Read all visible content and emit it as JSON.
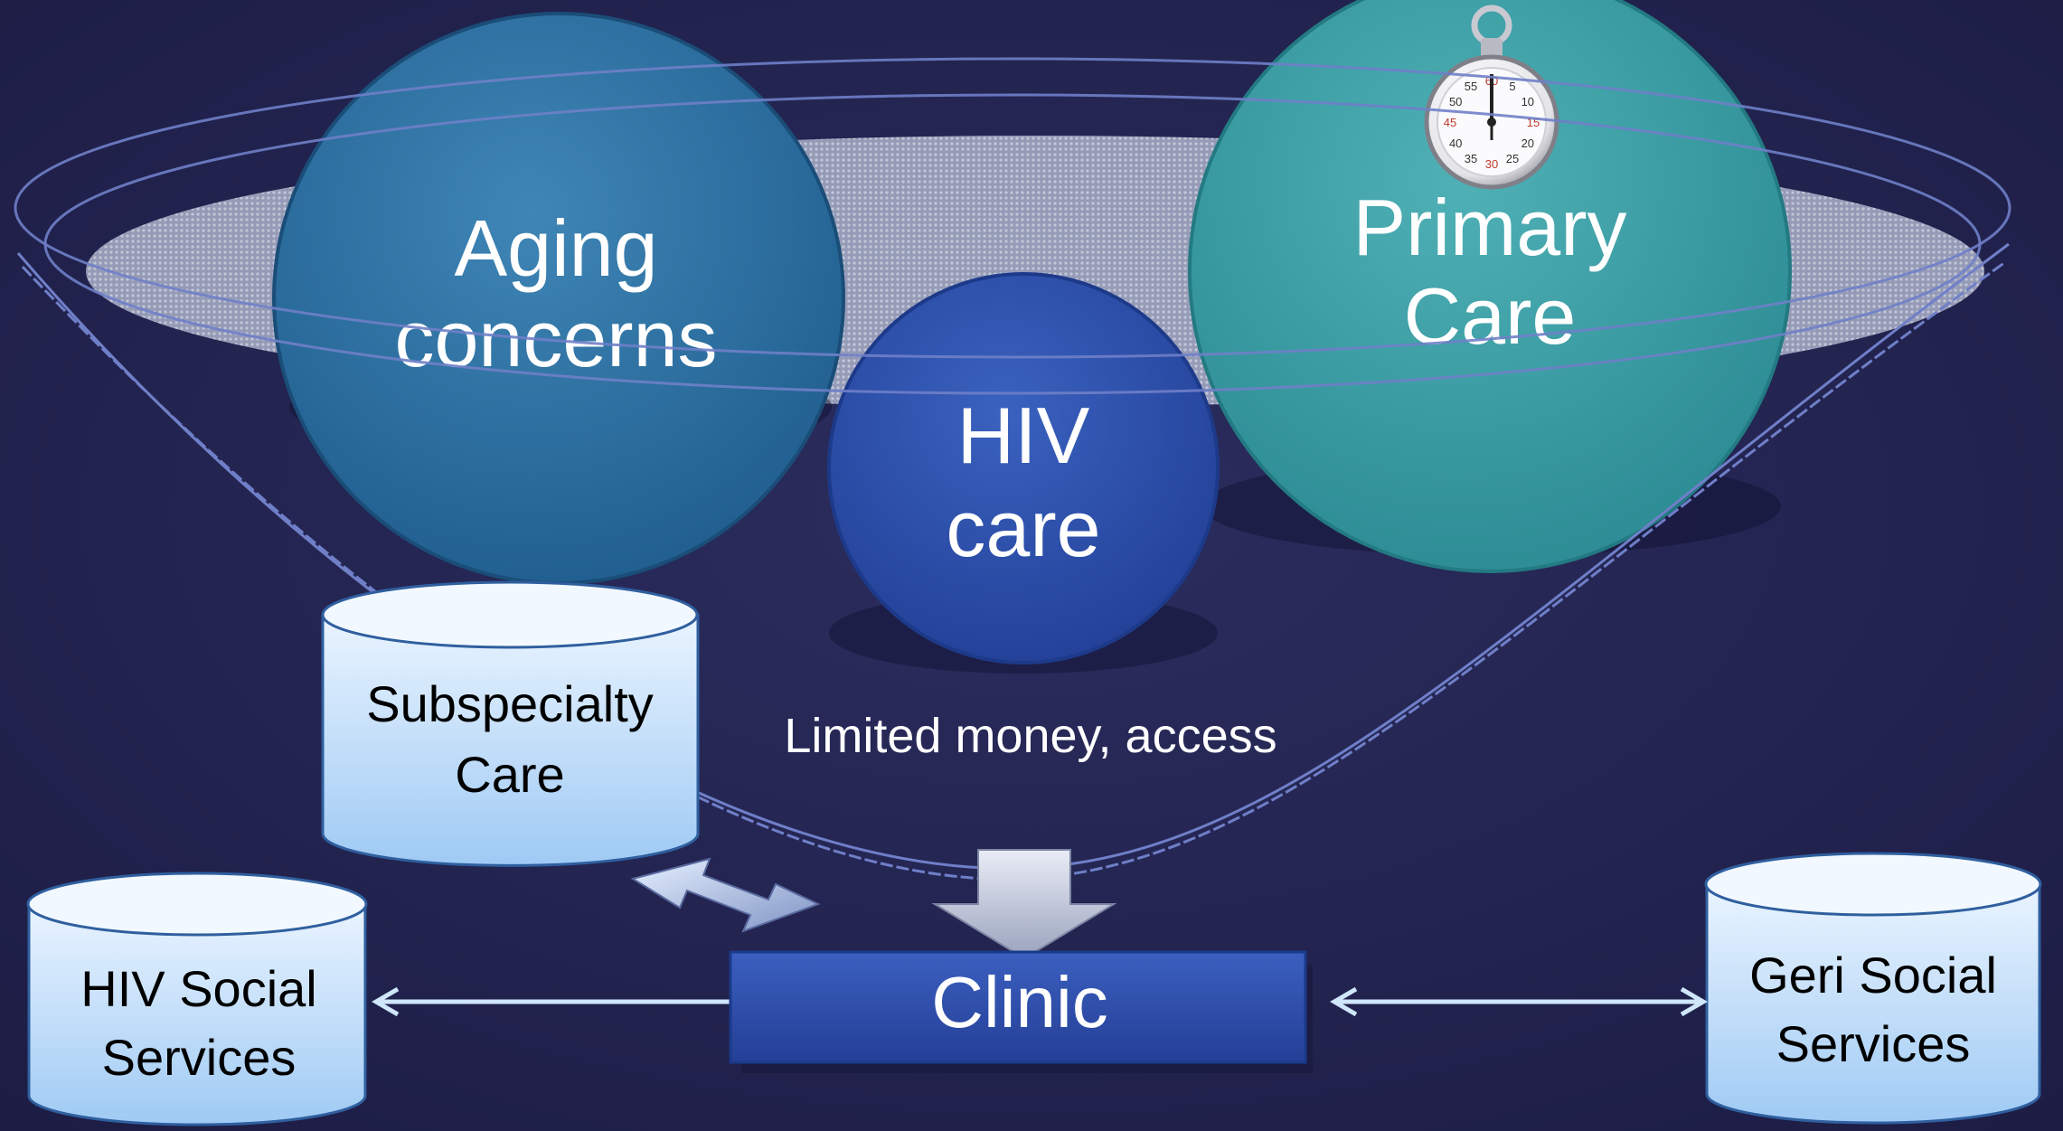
{
  "circles": {
    "aging": {
      "line1": "Aging",
      "line2": "concerns"
    },
    "hiv": {
      "line1": "HIV",
      "line2": "care"
    },
    "primary": {
      "line1": "Primary",
      "line2": "Care"
    }
  },
  "cylinders": {
    "subspecialty": {
      "line1": "Subspecialty",
      "line2": "Care"
    },
    "hiv_social": {
      "line1": "HIV Social",
      "line2": "Services"
    },
    "geri_social": {
      "line1": "Geri Social",
      "line2": "Services"
    }
  },
  "constraint_label": "Limited money, access",
  "clinic_label": "Clinic",
  "stopwatch": {
    "dial_numbers": [
      "60",
      "5",
      "10",
      "15",
      "20",
      "25",
      "30",
      "35",
      "40",
      "45",
      "50",
      "55"
    ]
  },
  "colors": {
    "background": "#23234f",
    "aging_circle": "#2f6f9e",
    "hiv_circle": "#2d4ea8",
    "primary_circle": "#3a9ea4",
    "clinic_box": "#2f4fa8",
    "cylinder": "#cfe6fb",
    "funnel_line": "#6f7fc8"
  }
}
